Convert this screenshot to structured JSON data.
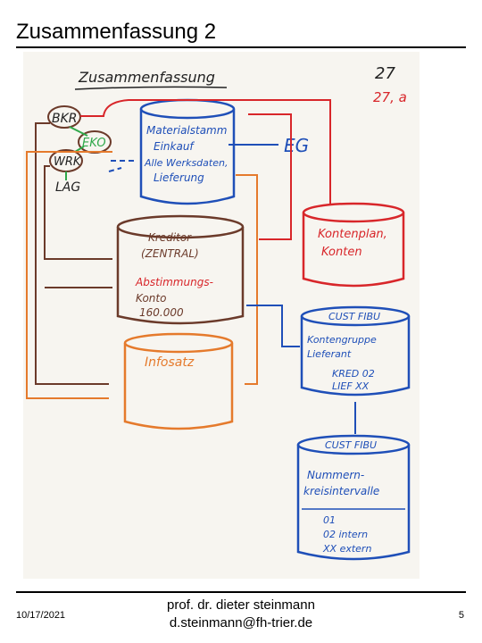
{
  "slide": {
    "title": "Zusammenfassung 2",
    "date": "10/17/2021",
    "author_line1": "prof. dr. dieter steinmann",
    "author_line2": "d.steinmann@fh-trier.de",
    "page_number": "5"
  },
  "sketch": {
    "heading": "Zusammenfassung",
    "page_ref_black": "27",
    "page_ref_red": "27, a",
    "org_units": {
      "bkr": "BKR",
      "eko": "EKO",
      "wrk": "WRK",
      "lag": "LAG"
    },
    "blue_table": {
      "line1": "Materialstamm",
      "line2": "Einkauf",
      "line3": "Alle Werksdaten,",
      "line4": "Lieferung"
    },
    "eg_label": "EG",
    "red_table": {
      "line1": "Kontenplan,",
      "line2": "Konten"
    },
    "brown_table": {
      "line1": "Kreditor",
      "line2": "(ZENTRAL)",
      "line3": "Abstimmungs-",
      "line4": "Konto",
      "line5": "160.000"
    },
    "orange_table": {
      "line1": "Infosatz"
    },
    "blue_cust1": {
      "header": "CUST FIBU",
      "line1": "Kontengruppe",
      "line2": "Lieferant",
      "line3": "KRED 02",
      "line4": "LIEF XX"
    },
    "blue_cust2": {
      "header": "CUST FIBU",
      "line1": "Nummern-",
      "line2": "kreisintervalle",
      "row1": "01",
      "row2": "02 intern",
      "row3": "XX extern"
    },
    "colors": {
      "black": "#222222",
      "red": "#d8262a",
      "blue": "#1f4fb8",
      "brown": "#6b3a2a",
      "orange": "#e57a2c",
      "green": "#2fa84a"
    }
  }
}
